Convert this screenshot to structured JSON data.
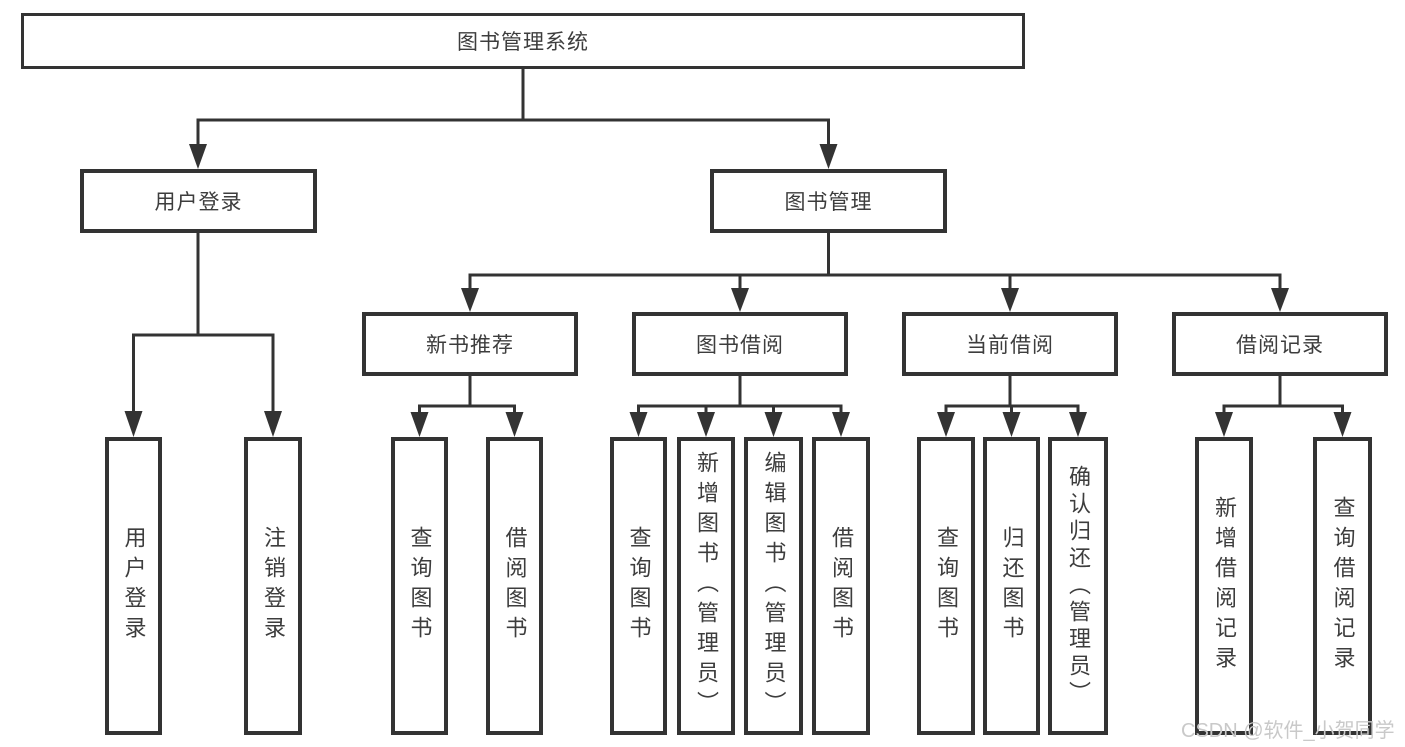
{
  "diagram": {
    "title": "图书管理系统",
    "colors": {
      "line": "#333333",
      "text": "#3d3d3d",
      "background": "#ffffff",
      "watermark": "#c9c9c9"
    },
    "nodes": {
      "root": "图书管理系统",
      "user_login": "用户登录",
      "book_management": "图书管理",
      "new_book_recommend": "新书推荐",
      "book_borrow": "图书借阅",
      "current_borrow": "当前借阅",
      "borrow_records": "借阅记录",
      "leaves": {
        "user_login_leaf": "用户登录",
        "logout": "注销登录",
        "nb_query_books": "查询图书",
        "nb_borrow_books": "借阅图书",
        "bb_query_books": "查询图书",
        "bb_add_books": "新增图书（管理员）",
        "bb_edit_books": "编辑图书（管理员）",
        "bb_borrow_books": "借阅图书",
        "cb_query_books": "查询图书",
        "cb_return_books": "归还图书",
        "cb_confirm_return": "确认归还（管理员）",
        "br_add_record": "新增借阅记录",
        "br_query_record": "查询借阅记录"
      }
    },
    "watermark": "CSDN @软件_小贺同学"
  }
}
